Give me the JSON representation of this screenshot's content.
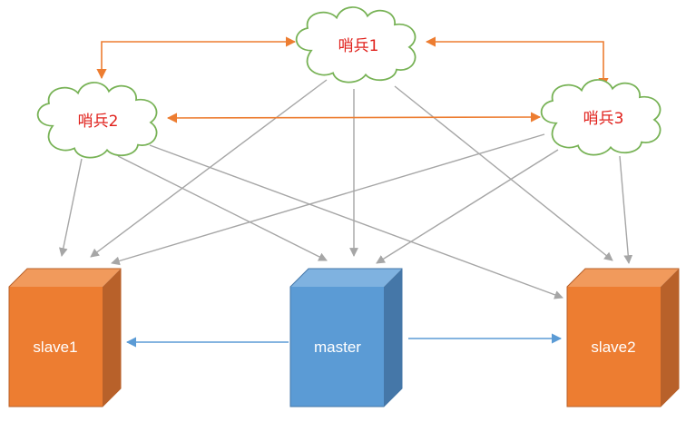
{
  "sentinels": {
    "s1": {
      "label": "哨兵1"
    },
    "s2": {
      "label": "哨兵2"
    },
    "s3": {
      "label": "哨兵3"
    }
  },
  "servers": {
    "master": {
      "label": "master"
    },
    "slave1": {
      "label": "slave1"
    },
    "slave2": {
      "label": "slave2"
    }
  },
  "colors": {
    "cloud_fill": "#ffffff",
    "cloud_stroke": "#77b255",
    "sentinel_text": "#e0201b",
    "sentinel_link": "#ed7d31",
    "monitor_link": "#a6a6a6",
    "replication_link": "#5b9bd5",
    "master_front": "#5b9bd5",
    "master_top": "#7fb2e0",
    "master_side": "#4577a8",
    "slave_front": "#ed7d31",
    "slave_top": "#f19a5c",
    "slave_side": "#b8612a",
    "box_text": "#ffffff"
  }
}
